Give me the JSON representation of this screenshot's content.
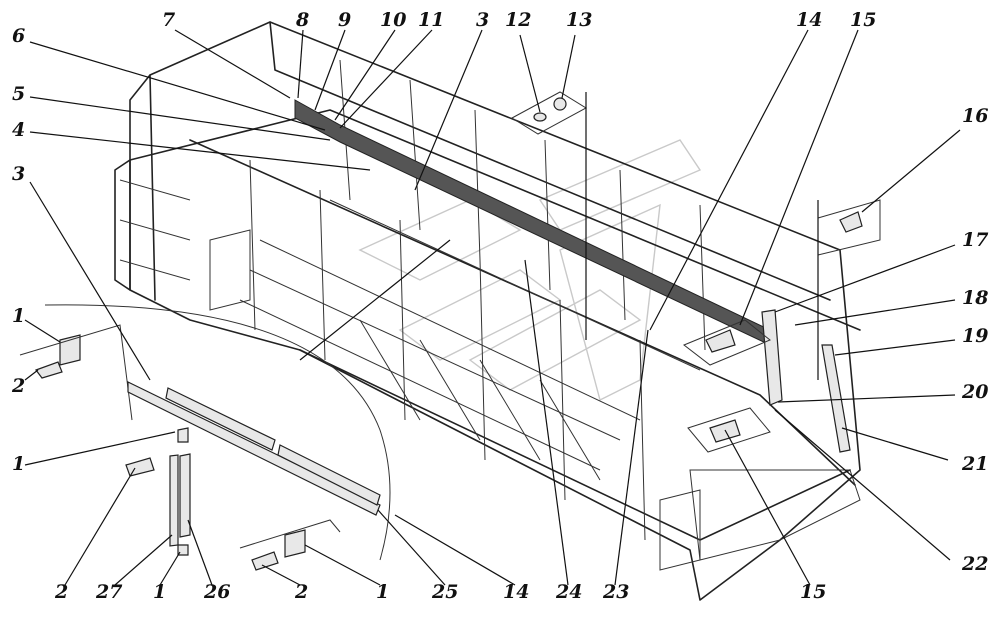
{
  "callouts": [
    {
      "id": "c7",
      "text": "7"
    },
    {
      "id": "c8",
      "text": "8"
    },
    {
      "id": "c9",
      "text": "9"
    },
    {
      "id": "c10",
      "text": "10"
    },
    {
      "id": "c11",
      "text": "11"
    },
    {
      "id": "c3a",
      "text": "3"
    },
    {
      "id": "c12",
      "text": "12"
    },
    {
      "id": "c13",
      "text": "13"
    },
    {
      "id": "c14a",
      "text": "14"
    },
    {
      "id": "c15a",
      "text": "15"
    },
    {
      "id": "c6",
      "text": "6"
    },
    {
      "id": "c5",
      "text": "5"
    },
    {
      "id": "c4",
      "text": "4"
    },
    {
      "id": "c3b",
      "text": "3"
    },
    {
      "id": "c16",
      "text": "16"
    },
    {
      "id": "c17",
      "text": "17"
    },
    {
      "id": "c18",
      "text": "18"
    },
    {
      "id": "c19",
      "text": "19"
    },
    {
      "id": "c1a",
      "text": "1"
    },
    {
      "id": "c2a",
      "text": "2"
    },
    {
      "id": "c20",
      "text": "20"
    },
    {
      "id": "c1b",
      "text": "1"
    },
    {
      "id": "c21",
      "text": "21"
    },
    {
      "id": "c22",
      "text": "22"
    },
    {
      "id": "c2b",
      "text": "2"
    },
    {
      "id": "c27",
      "text": "27"
    },
    {
      "id": "c1c",
      "text": "1"
    },
    {
      "id": "c26",
      "text": "26"
    },
    {
      "id": "c2c",
      "text": "2"
    },
    {
      "id": "c1d",
      "text": "1"
    },
    {
      "id": "c25",
      "text": "25"
    },
    {
      "id": "c14b",
      "text": "14"
    },
    {
      "id": "c24",
      "text": "24"
    },
    {
      "id": "c23",
      "text": "23"
    },
    {
      "id": "c15b",
      "text": "15"
    }
  ]
}
